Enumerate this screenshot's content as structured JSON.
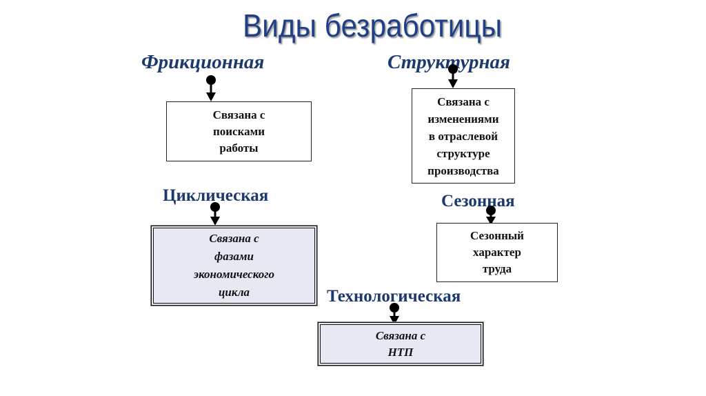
{
  "title": "Виды безработицы",
  "types": [
    {
      "name": "Фрикционная",
      "desc": [
        "Связана с",
        "поисками",
        "работы"
      ]
    },
    {
      "name": "Структурная",
      "desc": [
        "Связана с",
        "изменениями",
        "в отраслевой",
        "структуре",
        "производства"
      ]
    },
    {
      "name": "Циклическая",
      "desc": [
        "Связана с",
        "фазами",
        "экономического",
        "цикла"
      ]
    },
    {
      "name": "Сезонная",
      "desc": [
        "Сезонный",
        "характер",
        "труда"
      ]
    },
    {
      "name": "Технологическая",
      "desc": [
        "Связана с",
        "НТП"
      ]
    }
  ]
}
